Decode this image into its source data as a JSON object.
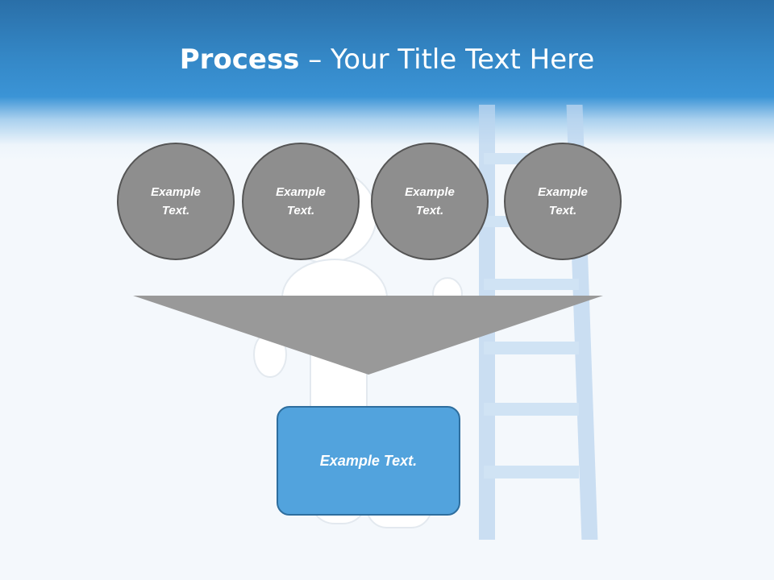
{
  "title": {
    "bold_part": "Process",
    "rest": " – Your Title Text Here"
  },
  "steps": [
    {
      "text": "Example Text."
    },
    {
      "text": "Example Text."
    },
    {
      "text": "Example Text."
    },
    {
      "text": "Example Text."
    }
  ],
  "result": {
    "text": "Example Text."
  },
  "colors": {
    "header": "#3487c6",
    "circle_fill": "#8e8e8e",
    "circle_border": "#555555",
    "funnel": "#999999",
    "result_fill": "#52a3dd",
    "result_border": "#2e6e9e",
    "ladder": "#bcd6ef"
  }
}
